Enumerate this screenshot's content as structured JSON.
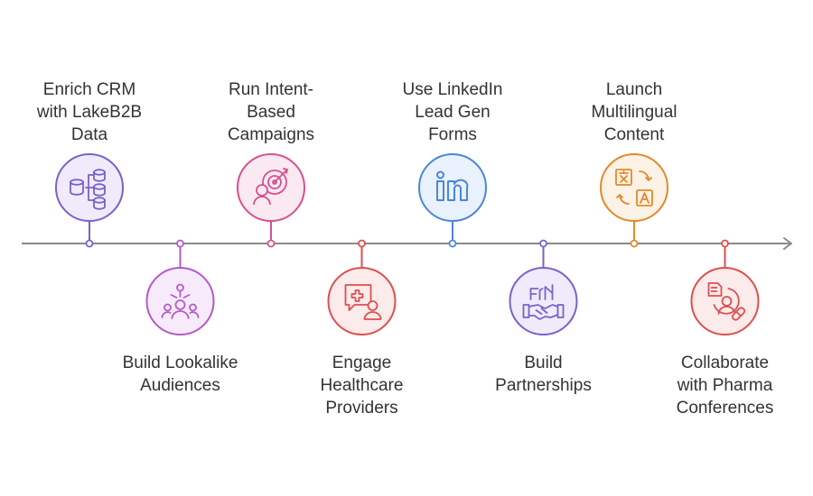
{
  "timeline": {
    "line_color": "#8a8a8a",
    "steps": [
      {
        "lines": [
          "Enrich CRM",
          "with LakeB2B",
          "Data"
        ],
        "icon": "database-hierarchy-icon",
        "stroke": "#7b61c9",
        "fill": "#efebfb"
      },
      {
        "lines": [
          "Build Lookalike",
          "Audiences"
        ],
        "icon": "audience-network-icon",
        "stroke": "#b559c9",
        "fill": "#f7ebfb"
      },
      {
        "lines": [
          "Run Intent-",
          "Based",
          "Campaigns"
        ],
        "icon": "target-person-icon",
        "stroke": "#d6508f",
        "fill": "#fbe9f1"
      },
      {
        "lines": [
          "Engage",
          "Healthcare",
          "Providers"
        ],
        "icon": "medical-chat-icon",
        "stroke": "#df4e4e",
        "fill": "#fcebeb"
      },
      {
        "lines": [
          "Use LinkedIn",
          "Lead Gen",
          "Forms"
        ],
        "icon": "linkedin-icon",
        "stroke": "#4a86d9",
        "fill": "#e9f1fc"
      },
      {
        "lines": [
          "Build",
          "Partnerships"
        ],
        "icon": "handshake-icon",
        "stroke": "#7b61c9",
        "fill": "#efebfb"
      },
      {
        "lines": [
          "Launch",
          "Multilingual",
          "Content"
        ],
        "icon": "translate-icon",
        "stroke": "#e08a2a",
        "fill": "#fdf2e6"
      },
      {
        "lines": [
          "Collaborate",
          "with Pharma",
          "Conferences"
        ],
        "icon": "pharma-person-icon",
        "stroke": "#df4e4e",
        "fill": "#fcebeb"
      }
    ]
  }
}
